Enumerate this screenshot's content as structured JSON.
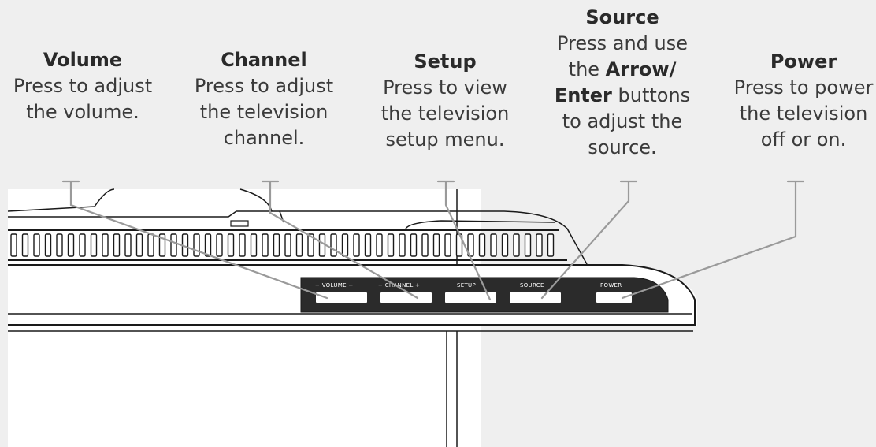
{
  "labels": {
    "volume": {
      "title": "Volume",
      "lines": [
        "Press to adjust",
        "the volume."
      ]
    },
    "channel": {
      "title": "Channel",
      "lines": [
        "Press to adjust",
        "the television",
        "channel."
      ]
    },
    "setup": {
      "title": "Setup",
      "lines": [
        "Press to view",
        "the television",
        "setup menu."
      ]
    },
    "source": {
      "title": "Source",
      "line1": "Press and use",
      "line2_pre": "the ",
      "line2_bold": "Arrow/",
      "line3_bold": "Enter",
      "line3_post": " buttons",
      "line4": "to adjust the",
      "line5": "source."
    },
    "power": {
      "title": "Power",
      "lines": [
        "Press to power",
        "the television",
        "off or on."
      ]
    }
  },
  "panel": {
    "volume_label": "− VOLUME +",
    "channel_label": "− CHANNEL +",
    "setup_label": "SETUP",
    "source_label": "SOURCE",
    "power_label": "POWER"
  },
  "colors": {
    "background": "#efefef",
    "panel": "#2b2b2b",
    "button": "#ffffff",
    "leader": "#9a9a9a",
    "outline": "#1a1a1a"
  }
}
